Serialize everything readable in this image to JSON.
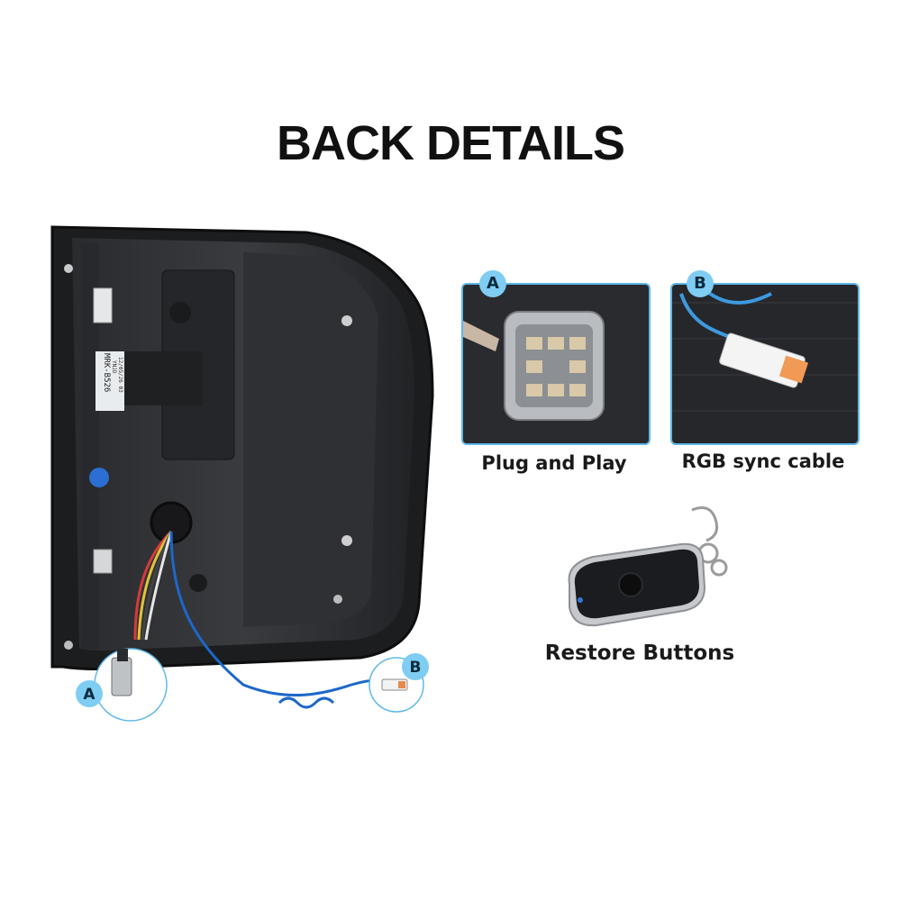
{
  "page": {
    "title": "BACK DETAILS"
  },
  "main_photo": {
    "badge_a": "A",
    "badge_b": "B",
    "label_lines": [
      "MRK-B526",
      "YNJD",
      "12/05/26  03"
    ]
  },
  "details": [
    {
      "badge": "A",
      "caption": "Plug and Play"
    },
    {
      "badge": "B",
      "caption": "RGB sync cable"
    }
  ],
  "remote": {
    "caption": "Restore Buttons"
  },
  "colors": {
    "badge": "#7fcdf2",
    "frame": "#5fb9ea",
    "text": "#111111"
  }
}
